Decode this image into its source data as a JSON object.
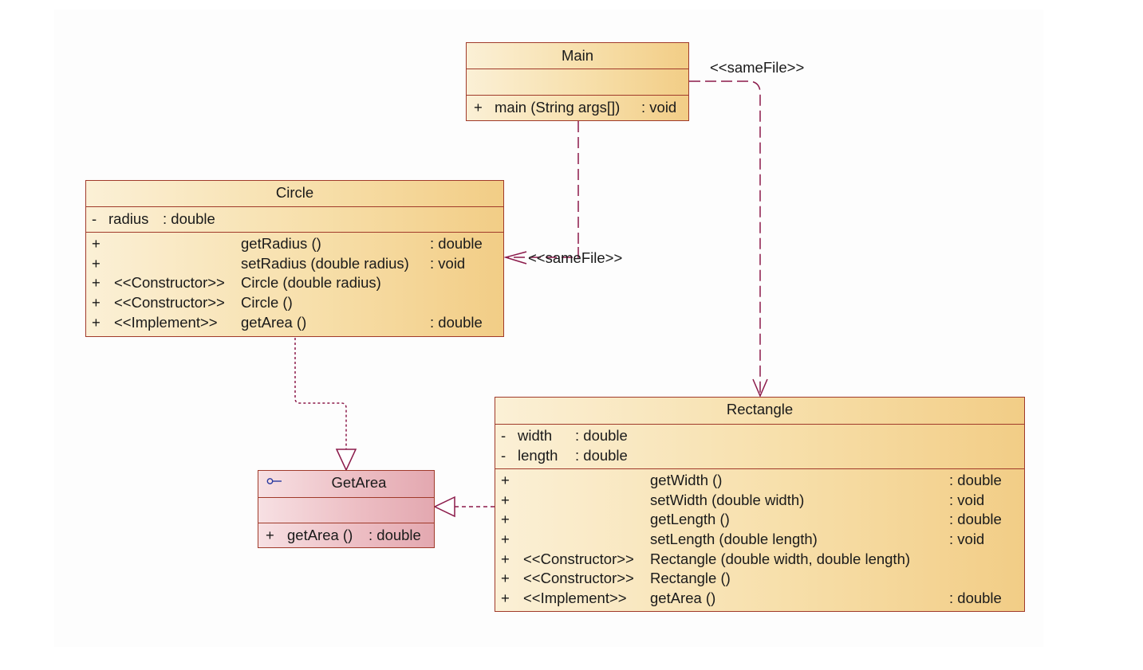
{
  "relationships": {
    "main_to_rectangle": "<<sameFile>>",
    "main_to_circle": "<<sameFile>>"
  },
  "colors": {
    "border": "#a03a2a",
    "connector": "#8b1a4a",
    "class_fill": "#f7dfaa",
    "interface_fill": "#ecbcc2",
    "interface_icon": "#2a3aa0"
  },
  "classes": {
    "main": {
      "name": "Main",
      "methods": [
        {
          "visibility": "+",
          "stereotype": "",
          "signature": "main (String args[])",
          "type": ": void"
        }
      ]
    },
    "circle": {
      "name": "Circle",
      "attributes": [
        {
          "visibility": "-",
          "name": "radius",
          "type": ": double"
        }
      ],
      "methods": [
        {
          "visibility": "+",
          "stereotype": "",
          "signature": "getRadius ()",
          "type": ": double"
        },
        {
          "visibility": "+",
          "stereotype": "",
          "signature": "setRadius (double radius)",
          "type": ": void"
        },
        {
          "visibility": "+",
          "stereotype": "<<Constructor>>",
          "signature": "Circle (double radius)",
          "type": ""
        },
        {
          "visibility": "+",
          "stereotype": "<<Constructor>>",
          "signature": "Circle ()",
          "type": ""
        },
        {
          "visibility": "+",
          "stereotype": "<<Implement>>",
          "signature": "getArea ()",
          "type": ": double"
        }
      ]
    },
    "getarea": {
      "name": "GetArea",
      "icon": "interface-lollipop-icon",
      "methods": [
        {
          "visibility": "+",
          "signature": "getArea ()",
          "type": ": double"
        }
      ]
    },
    "rectangle": {
      "name": "Rectangle",
      "attributes": [
        {
          "visibility": "-",
          "name": "width",
          "type": ": double"
        },
        {
          "visibility": "-",
          "name": "length",
          "type": ": double"
        }
      ],
      "methods": [
        {
          "visibility": "+",
          "stereotype": "",
          "signature": "getWidth ()",
          "type": ": double"
        },
        {
          "visibility": "+",
          "stereotype": "",
          "signature": "setWidth (double width)",
          "type": ": void"
        },
        {
          "visibility": "+",
          "stereotype": "",
          "signature": "getLength ()",
          "type": ": double"
        },
        {
          "visibility": "+",
          "stereotype": "",
          "signature": "setLength (double length)",
          "type": ": void"
        },
        {
          "visibility": "+",
          "stereotype": "<<Constructor>>",
          "signature": "Rectangle (double width, double length)",
          "type": ""
        },
        {
          "visibility": "+",
          "stereotype": "<<Constructor>>",
          "signature": "Rectangle ()",
          "type": ""
        },
        {
          "visibility": "+",
          "stereotype": "<<Implement>>",
          "signature": "getArea ()",
          "type": ": double"
        }
      ]
    }
  }
}
